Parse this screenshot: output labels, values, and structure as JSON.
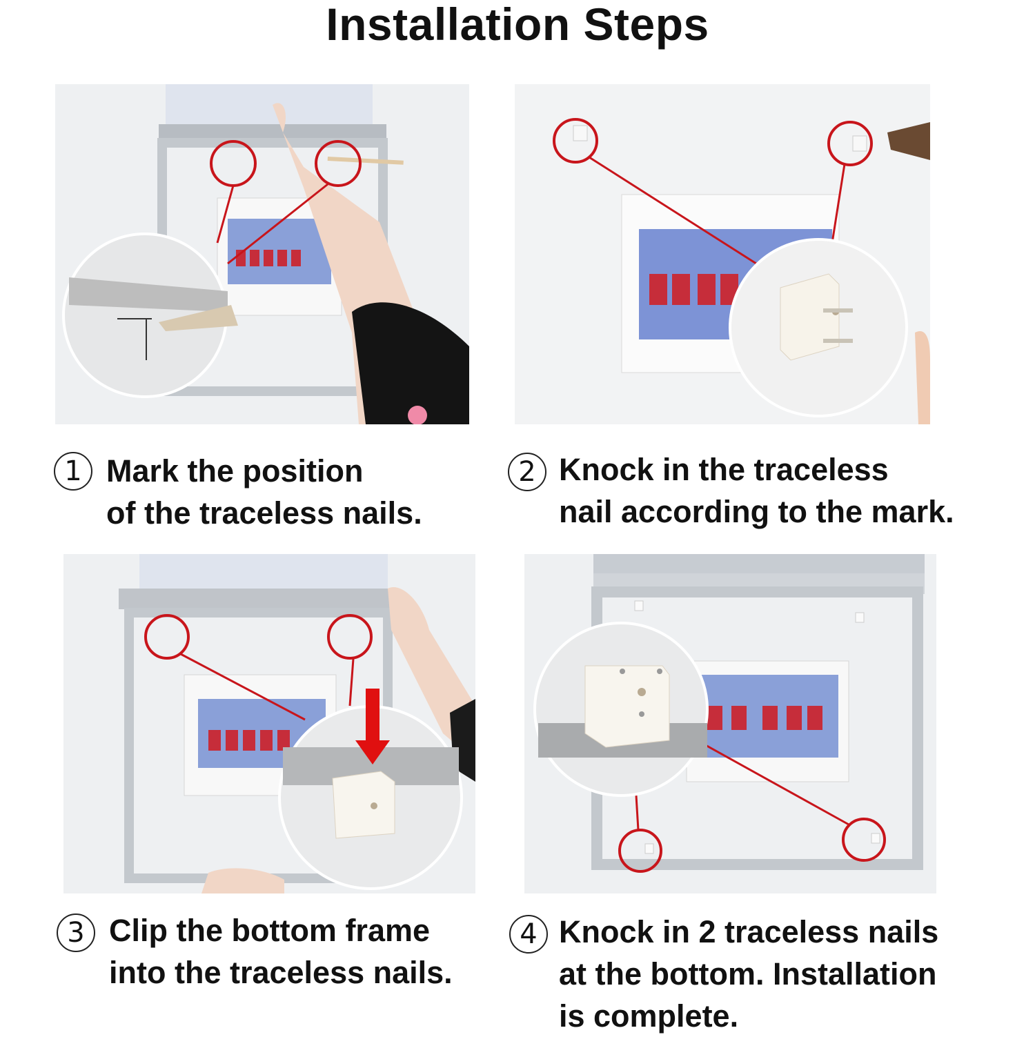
{
  "title": "Installation Steps",
  "colors": {
    "marker": "#c8151b",
    "arrow": "#e01010",
    "wall": "#eceef0",
    "frame": "#b9bfc6",
    "breaker": "#c62d3a",
    "panel_blue": "#4a63c8"
  },
  "steps": [
    {
      "number": "1",
      "lines": [
        "Mark the position",
        "of the traceless nails."
      ]
    },
    {
      "number": "2",
      "lines": [
        "Knock in the traceless",
        "nail according to the mark."
      ]
    },
    {
      "number": "3",
      "lines": [
        "Clip the bottom frame",
        " into the traceless nails."
      ]
    },
    {
      "number": "4",
      "lines": [
        "Knock in 2 traceless nails",
        "at the bottom. Installation",
        "is complete."
      ]
    }
  ]
}
